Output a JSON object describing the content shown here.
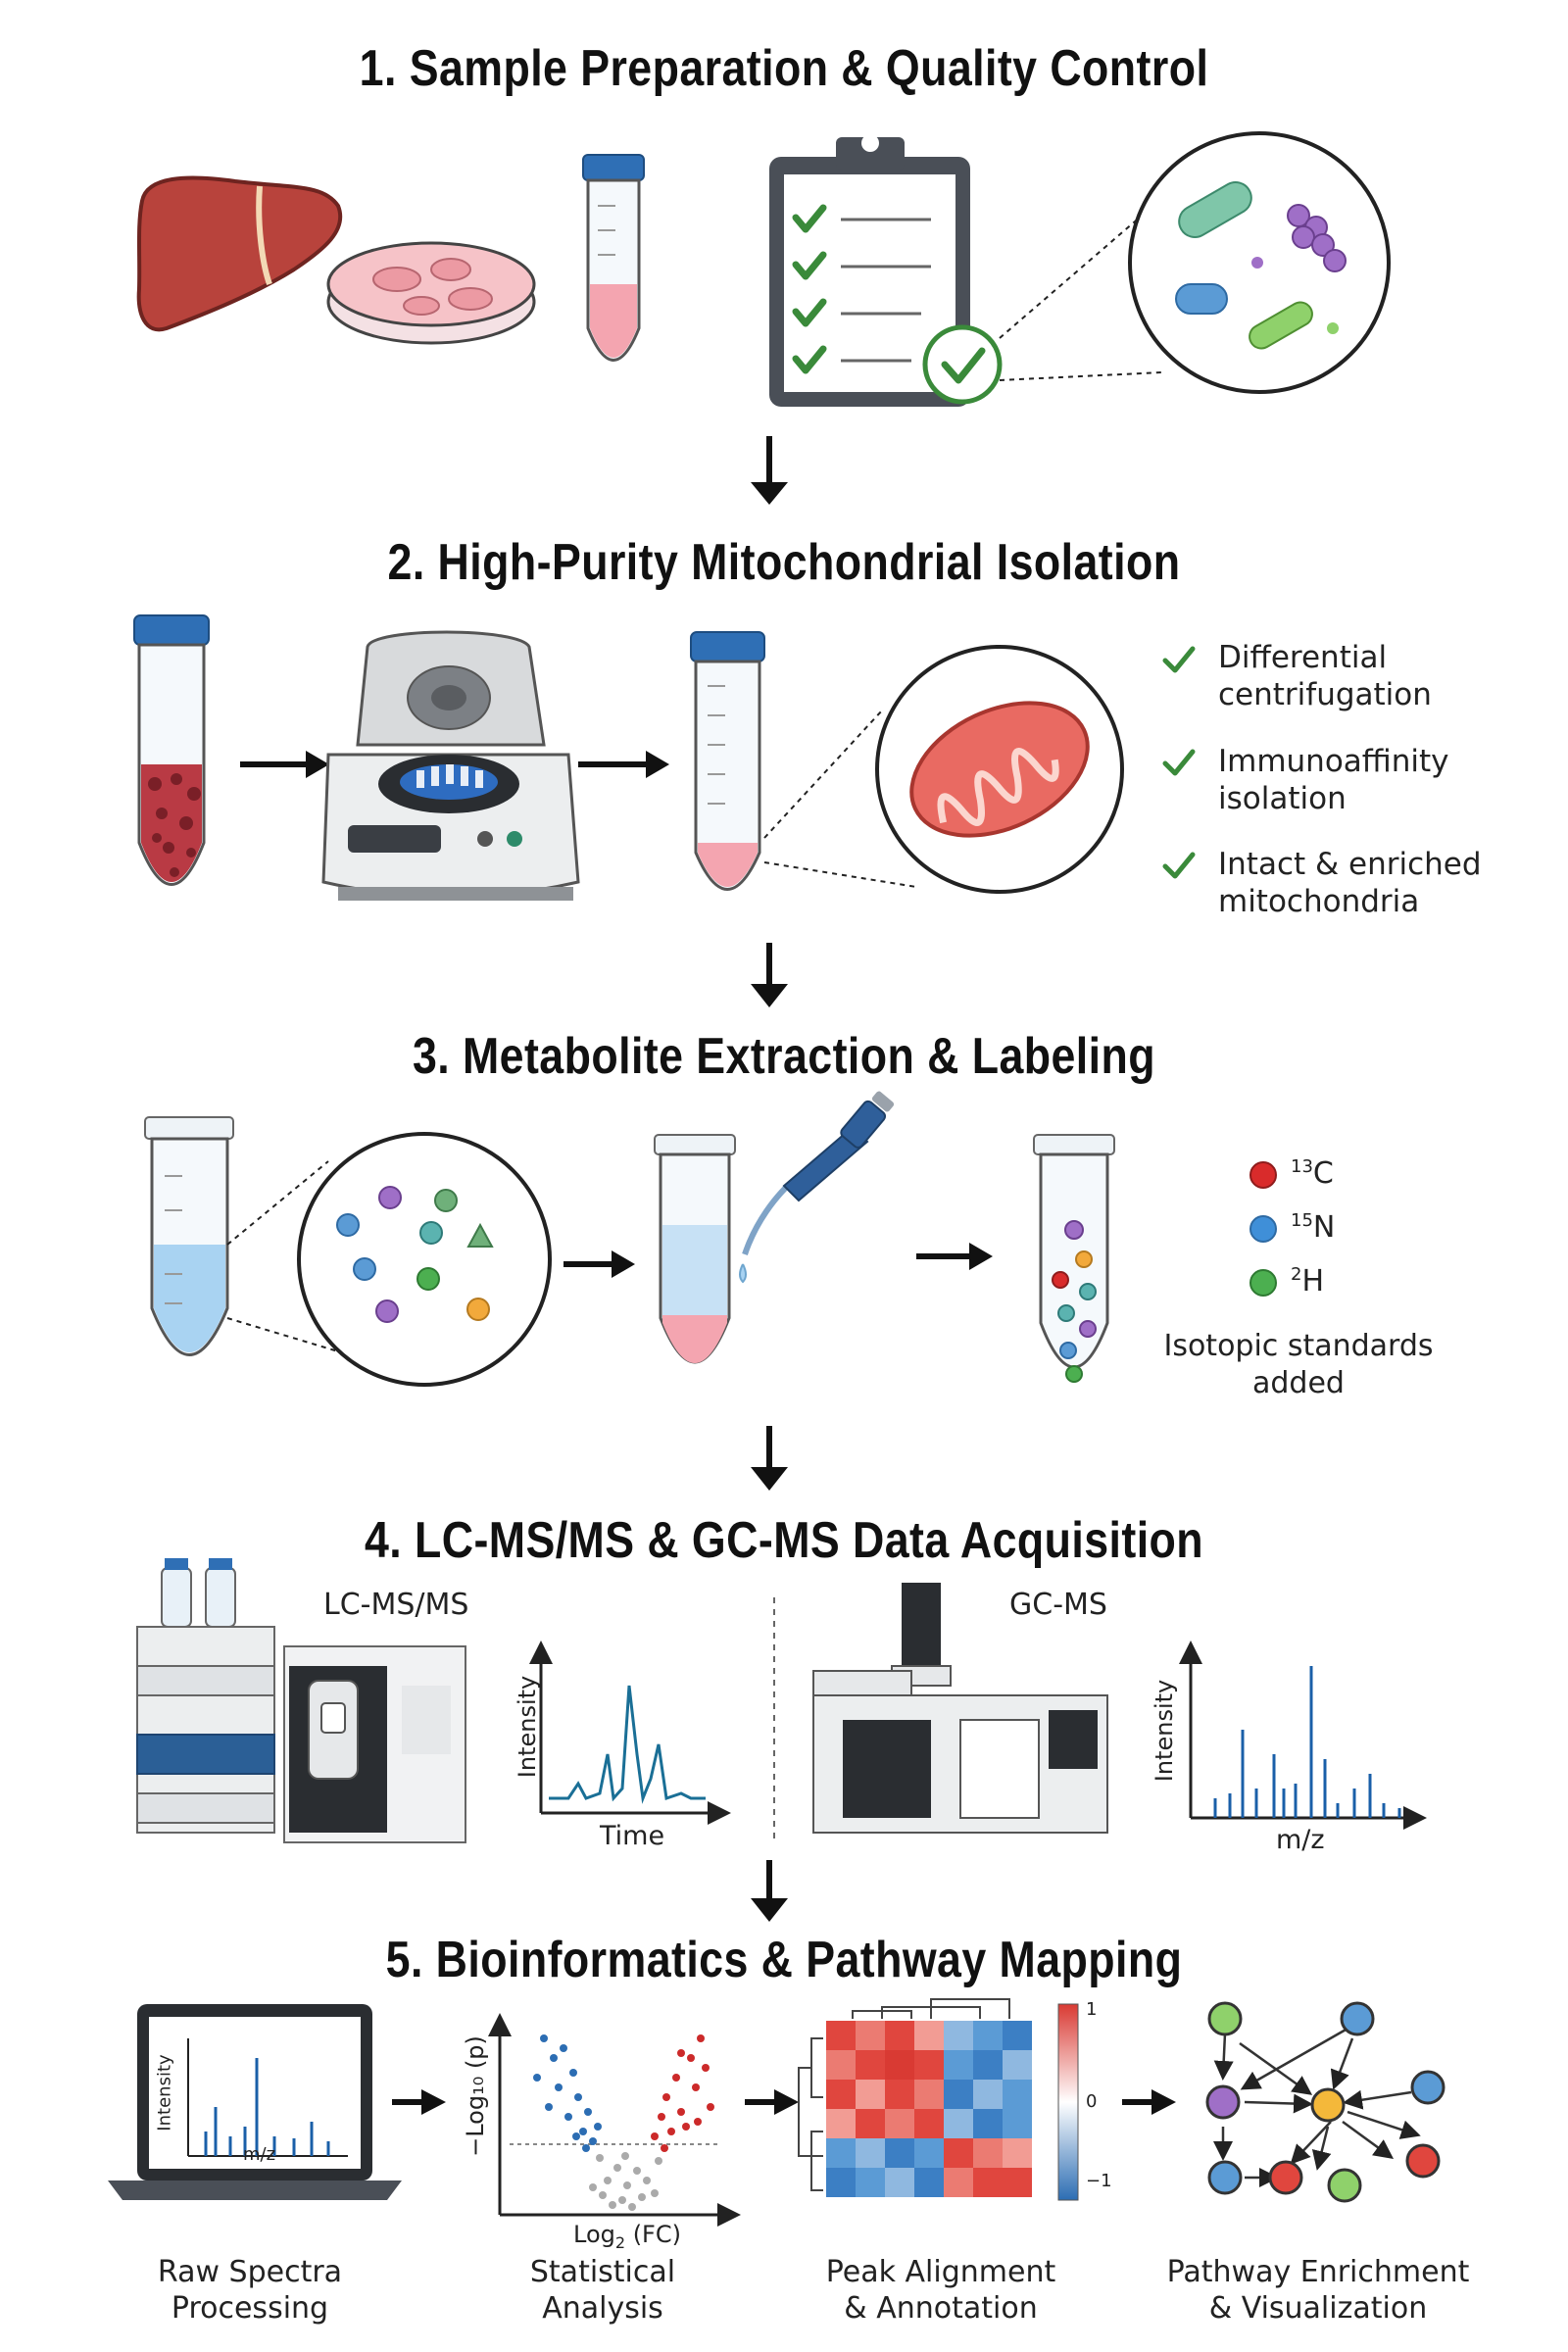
{
  "stages": [
    {
      "title": "1. Sample Preparation & Quality Control"
    },
    {
      "title": "2. High-Purity Mitochondrial Isolation"
    },
    {
      "title": "3. Metabolite Extraction & Labeling"
    },
    {
      "title": "4. LC-MS/MS & GC-MS Data Acquisition"
    },
    {
      "title": "5. Bioinformatics & Pathway Mapping"
    }
  ],
  "stage2": {
    "checklist": [
      {
        "line1": "Differential",
        "line2": "centrifugation"
      },
      {
        "line1": "Immunoaffinity",
        "line2": "isolation"
      },
      {
        "line1": "Intact & enriched",
        "line2": "mitochondria"
      }
    ]
  },
  "stage3": {
    "isotopes": [
      {
        "mass": "13",
        "element": "C",
        "color": "#d92b2b"
      },
      {
        "mass": "15",
        "element": "N",
        "color": "#3f8fd8"
      },
      {
        "mass": "2",
        "element": "H",
        "color": "#4caf50"
      }
    ],
    "note_line1": "Isotopic standards",
    "note_line2": "added"
  },
  "stage4": {
    "lc_label": "LC-MS/MS",
    "gc_label": "GC-MS",
    "lc_plot": {
      "ylabel": "Intensity",
      "xlabel": "Time"
    },
    "gc_plot": {
      "ylabel": "Intensity",
      "xlabel": "m/z"
    }
  },
  "stage5": {
    "laptop_plot": {
      "ylabel": "Intensity",
      "xlabel": "m/z"
    },
    "volcano": {
      "ylabel": "−Log₁₀ (p)",
      "xlabel_main": "Log",
      "xlabel_sub": "2",
      "xlabel_tail": " (FC)"
    },
    "heatmap_scale": {
      "max": "1",
      "mid": "0",
      "min": "−1"
    },
    "steps": [
      {
        "line1": "Raw Spectra",
        "line2": "Processing"
      },
      {
        "line1": "Statistical",
        "line2": "Analysis"
      },
      {
        "line1": "Peak Alignment",
        "line2": "& Annotation"
      },
      {
        "line1": "Pathway Enrichment",
        "line2": "& Visualization"
      }
    ]
  },
  "colors": {
    "accent_green": "#3a8a3a",
    "heat_red": "#e0463e",
    "heat_blue": "#3c7fc4",
    "tube_cap": "#2f6fb5"
  }
}
